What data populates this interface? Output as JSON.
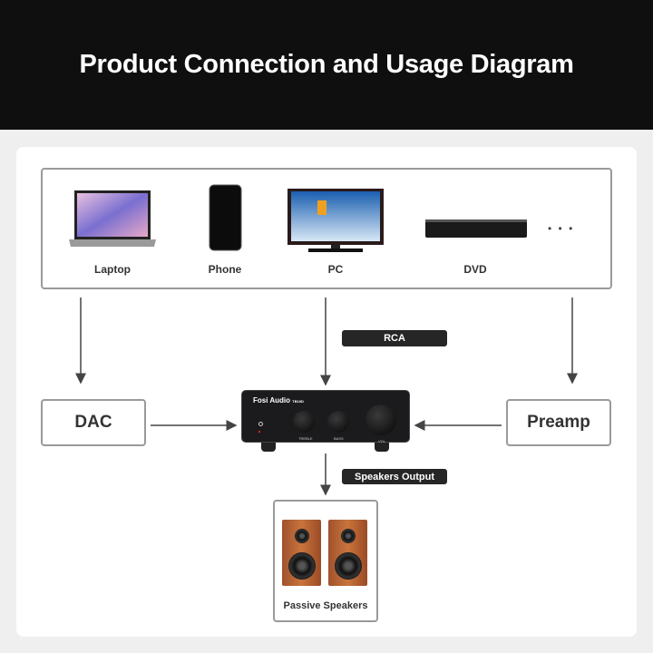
{
  "title": "Product Connection and Usage Diagram",
  "sources": [
    {
      "label": "Laptop",
      "icon": "laptop-icon"
    },
    {
      "label": "Phone",
      "icon": "phone-icon"
    },
    {
      "label": "PC",
      "icon": "monitor-icon"
    },
    {
      "label": "DVD",
      "icon": "dvd-player-icon"
    }
  ],
  "more": "• • •",
  "rca_label": "RCA",
  "dac_label": "DAC",
  "preamp_label": "Preamp",
  "speakers_output_label": "Speakers Output",
  "speakers_label": "Passive Speakers",
  "amp": {
    "brand": "Fosi Audio",
    "model": "TB10D",
    "knobs": [
      "TREBLE",
      "BASS",
      "VOL"
    ]
  }
}
